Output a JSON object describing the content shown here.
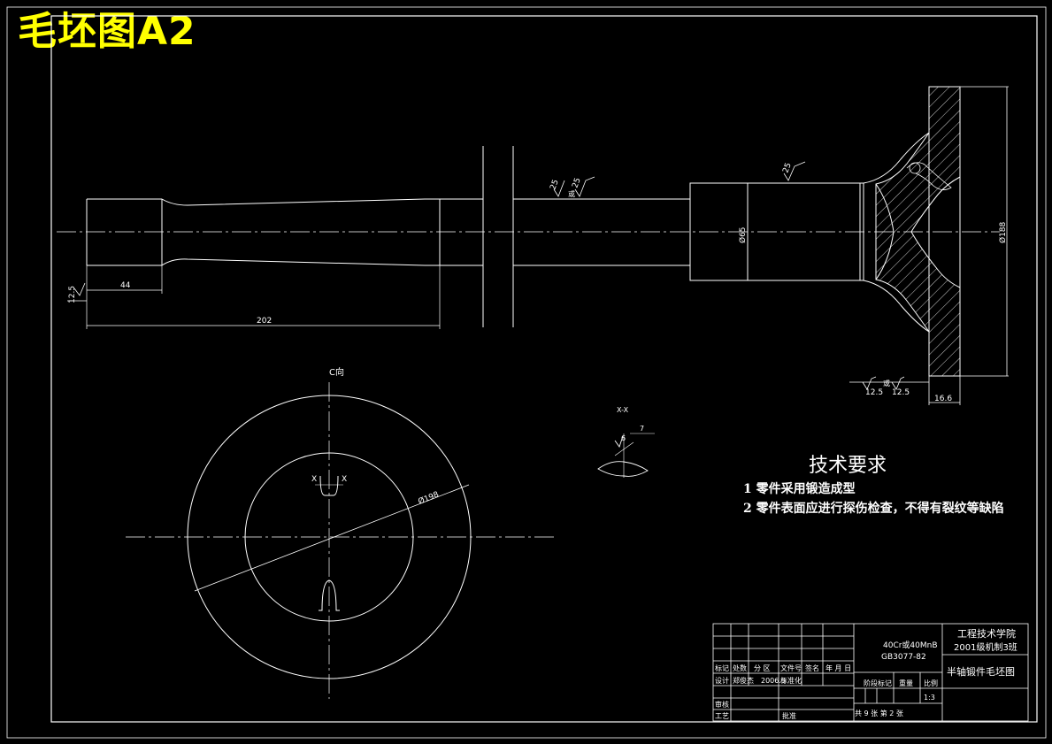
{
  "title": "毛坯图A2",
  "tech_requirements": {
    "heading": "技术要求",
    "items": [
      "1 零件采用锻造成型",
      "2 零件表面应进行探伤检查，不得有裂纹等缺陷"
    ]
  },
  "view_labels": {
    "c_view": "C向",
    "section": "X-X",
    "section_mark": "X"
  },
  "dimensions": {
    "len_44": "44",
    "len_202": "202",
    "rough_12_5": "12.5",
    "rough_25": "25",
    "rough_25b": "25",
    "rough_25c": "25",
    "rough_word": "或",
    "dia_65": "Ø65",
    "dia_188": "Ø188",
    "dia_198": "Ø198",
    "flange_16_6": "16.6",
    "bot_12_5a": "12.5",
    "bot_12_5b": "12.5",
    "sec_7": "7",
    "sec_6": "6"
  },
  "title_block": {
    "material": "40Cr或40MnB",
    "standard": "GB3077-82",
    "school": "工程技术学院",
    "class": "2001级机制3班",
    "drawing_name": "半轴锻件毛坯图",
    "scale": "1:3",
    "sheet_text": "共 9 张 第 2 张",
    "headers": [
      "标记",
      "处数",
      "分 区",
      "文件号",
      "签名",
      "年 月 日"
    ],
    "design_row": [
      "设计",
      "郑俊杰",
      "2006.3",
      "标准化"
    ],
    "stage_label": "阶段标记",
    "weight_label": "重量",
    "ratio_label": "比例",
    "review": "审核",
    "process": "工艺",
    "approve": "批准"
  },
  "colors": {
    "background": "#000000",
    "lines": "#ffffff",
    "title": "#ffff00"
  }
}
